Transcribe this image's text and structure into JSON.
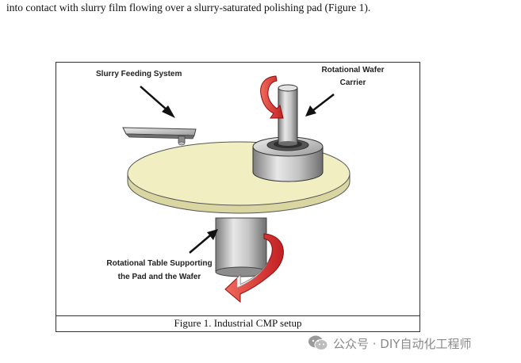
{
  "document": {
    "intro_text": "into contact with slurry film flowing over a slurry-saturated polishing pad (Figure 1)."
  },
  "figure": {
    "labels": {
      "slurry_feeding": "Slurry Feeding System",
      "carrier_line1": "Rotational Wafer",
      "carrier_line2": "Carrier",
      "table_line1": "Rotational Table Supporting",
      "table_line2": "the Pad and the Wafer"
    },
    "caption": "Figure 1. Industrial CMP setup"
  },
  "watermark": {
    "text": "公众号 · DIY自动化工程师",
    "icon": "wechat-icon"
  },
  "colors": {
    "pad_fill": "#f1efc2",
    "arrow_red": "#d8282a",
    "metal_gray": "#a9a9a9"
  }
}
